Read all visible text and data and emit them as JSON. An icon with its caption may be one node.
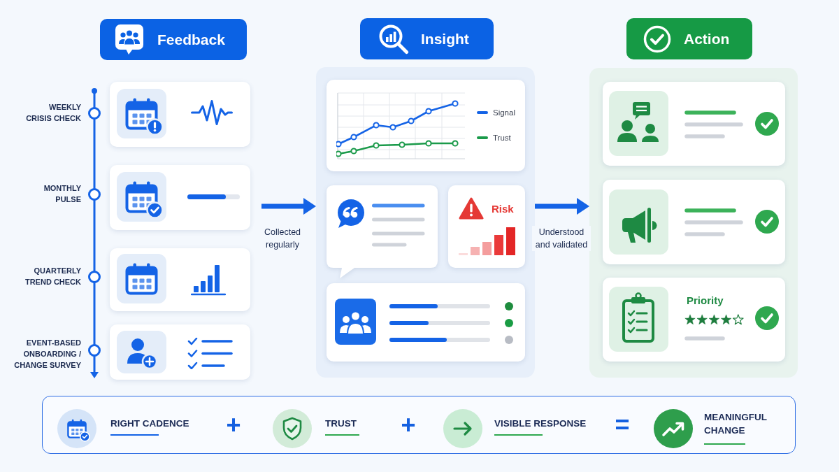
{
  "diagram": {
    "nodes": [
      {
        "text": [
          "Feedback"
        ]
      },
      {
        "text": [
          "Insight"
        ]
      },
      {
        "text": [
          "Action"
        ]
      },
      {
        "text": [],
        "shape": "box",
        "beside": [
          "WEEKLY CRISIS CHECK"
        ]
      },
      {
        "text": [],
        "shape": "box",
        "beside": [
          "MONTHLY PULSE"
        ]
      },
      {
        "text": [],
        "shape": "box",
        "beside": [
          "QUARTERLY TREND CHECK"
        ]
      },
      {
        "text": [],
        "shape": "box",
        "beside": [
          "EVENT-BASED ONBOARDING / CHANGE SURVEY"
        ]
      },
      {
        "text": [],
        "shape": "box"
      },
      {
        "text": [],
        "shape": "box",
        "in": 7
      },
      {
        "text": [],
        "shape": "bubble",
        "in": 7
      },
      {
        "text": [
          "Risk"
        ],
        "in": 7
      },
      {
        "text": [],
        "shape": "box",
        "in": 7
      },
      {
        "text": [],
        "shape": "box"
      },
      {
        "text": [],
        "shape": "box",
        "in": 12
      },
      {
        "text": [],
        "shape": "box",
        "in": 12
      },
      {
        "text": [
          "Priority"
        ],
        "in": 12
      },
      {
        "text": [
          "RIGHT CADENCE",
          "+",
          "TRUST",
          "+",
          "VISIBLE RESPONSE",
          "=",
          "MEANINGFUL CHANGE"
        ]
      }
    ],
    "edges": [
      {
        "from": null,
        "to": 7,
        "arrow": "to",
        "label": "Collected regularly"
      },
      {
        "from": 7,
        "to": 12,
        "arrow": "to",
        "label": "Understood and validated"
      }
    ],
    "legend": [
      {
        "text": "Signal"
      },
      {
        "text": "Trust"
      }
    ]
  }
}
